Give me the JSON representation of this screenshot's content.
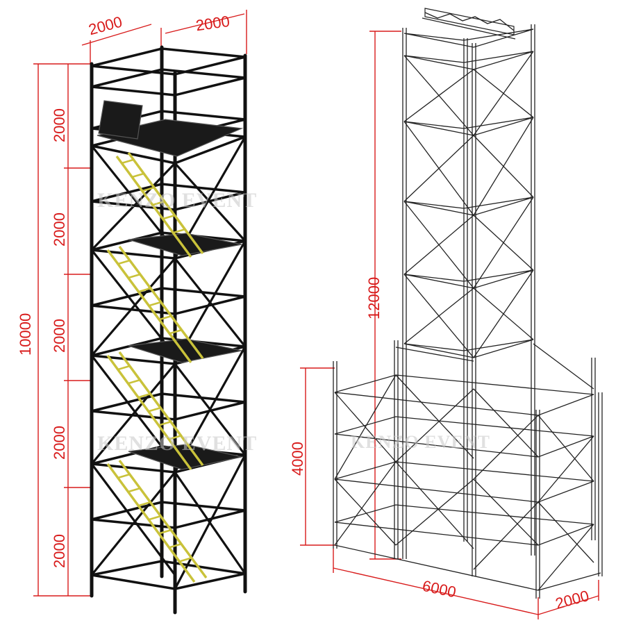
{
  "left_tower": {
    "width_dims": [
      "2000",
      "2000"
    ],
    "total_height": "10000",
    "level_heights": [
      "2000",
      "2000",
      "2000",
      "2000",
      "2000"
    ],
    "watermark": "KENZO EVENT"
  },
  "right_tower": {
    "tall_height": "12000",
    "low_height": "4000",
    "base_length": "6000",
    "base_depth": "2000",
    "watermark": "KENZO EVENT"
  },
  "colors": {
    "dimension": "#d81b1b",
    "frame": "#111111",
    "ladder": "#c9c23a"
  }
}
